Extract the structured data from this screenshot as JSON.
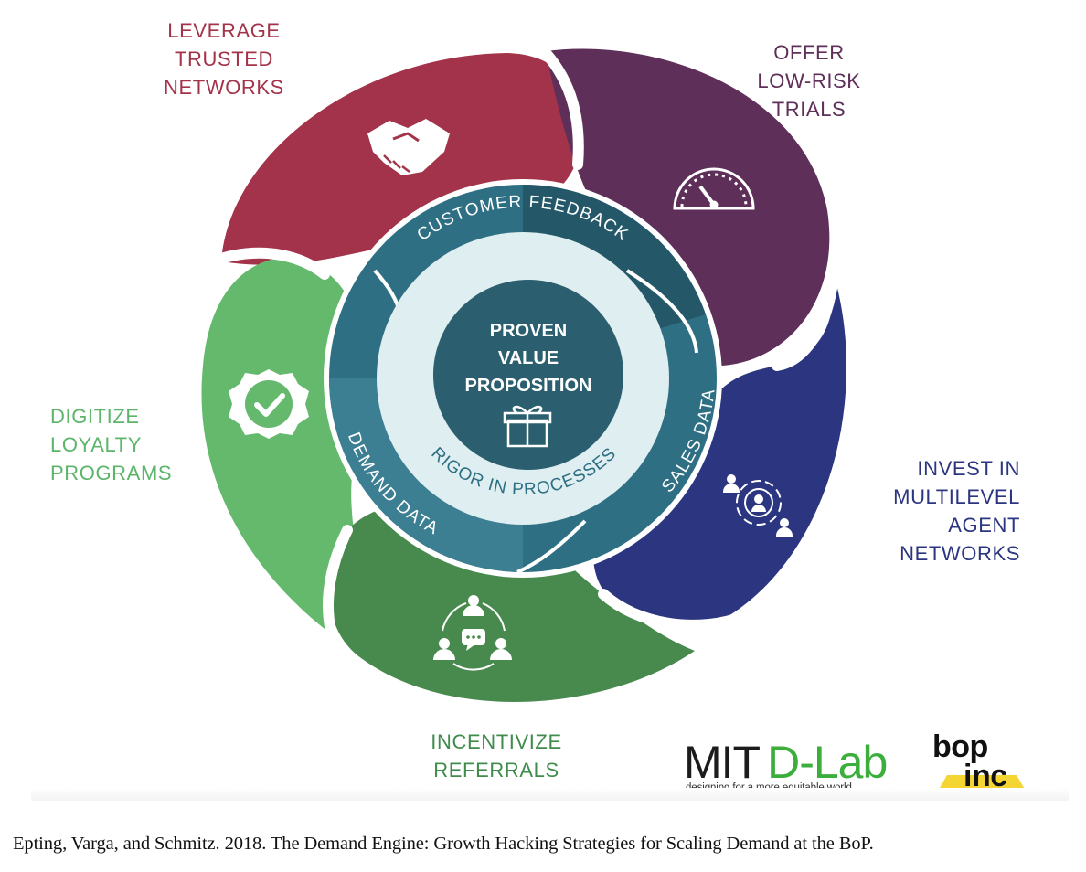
{
  "outer_labels": {
    "trusted_networks": [
      "LEVERAGE",
      "TRUSTED",
      "NETWORKS"
    ],
    "low_risk_trials": [
      "OFFER",
      "LOW-RISK",
      "TRIALS"
    ],
    "agent_networks": [
      "INVEST IN",
      "MULTILEVEL",
      "AGENT",
      "NETWORKS"
    ],
    "loyalty_programs": [
      "DIGITIZE",
      "LOYALTY",
      "PROGRAMS"
    ],
    "referrals": [
      "INCENTIVIZE",
      "REFERRALS"
    ]
  },
  "ring_labels": {
    "customer_feedback": "CUSTOMER FEEDBACK",
    "sales_data": "SALES DATA",
    "demand_data": "DEMAND DATA",
    "rigor": "RIGOR IN PROCESSES"
  },
  "center": [
    "PROVEN",
    "VALUE",
    "PROPOSITION"
  ],
  "icons": {
    "trusted_networks": "handshake-icon",
    "low_risk_trials": "speedometer-icon",
    "agent_networks": "agent-network-icon",
    "loyalty_programs": "badge-check-icon",
    "referrals": "group-chat-icon",
    "center": "gift-icon"
  },
  "colors": {
    "red": "#a3334a",
    "purple": "#5e2f58",
    "navy": "#2b3580",
    "light_green": "#64b96c",
    "dark_green": "#488a4e",
    "teal_ring": "#2e6f84",
    "teal_dark": "#245869",
    "pale_ring": "#dfeef1",
    "center": "#2b5e6e",
    "dlab_green": "#3cae3c",
    "bop_yellow": "#f5d532"
  },
  "logos": {
    "mit_prefix": "MIT",
    "mit_dlab": "D-Lab",
    "mit_tagline": "designing for a more equitable world",
    "bop_top": "bop",
    "bop_bottom": "inc"
  },
  "caption": "Epting, Varga, and Schmitz. 2018. The Demand Engine: Growth Hacking Strategies for Scaling Demand at the BoP."
}
